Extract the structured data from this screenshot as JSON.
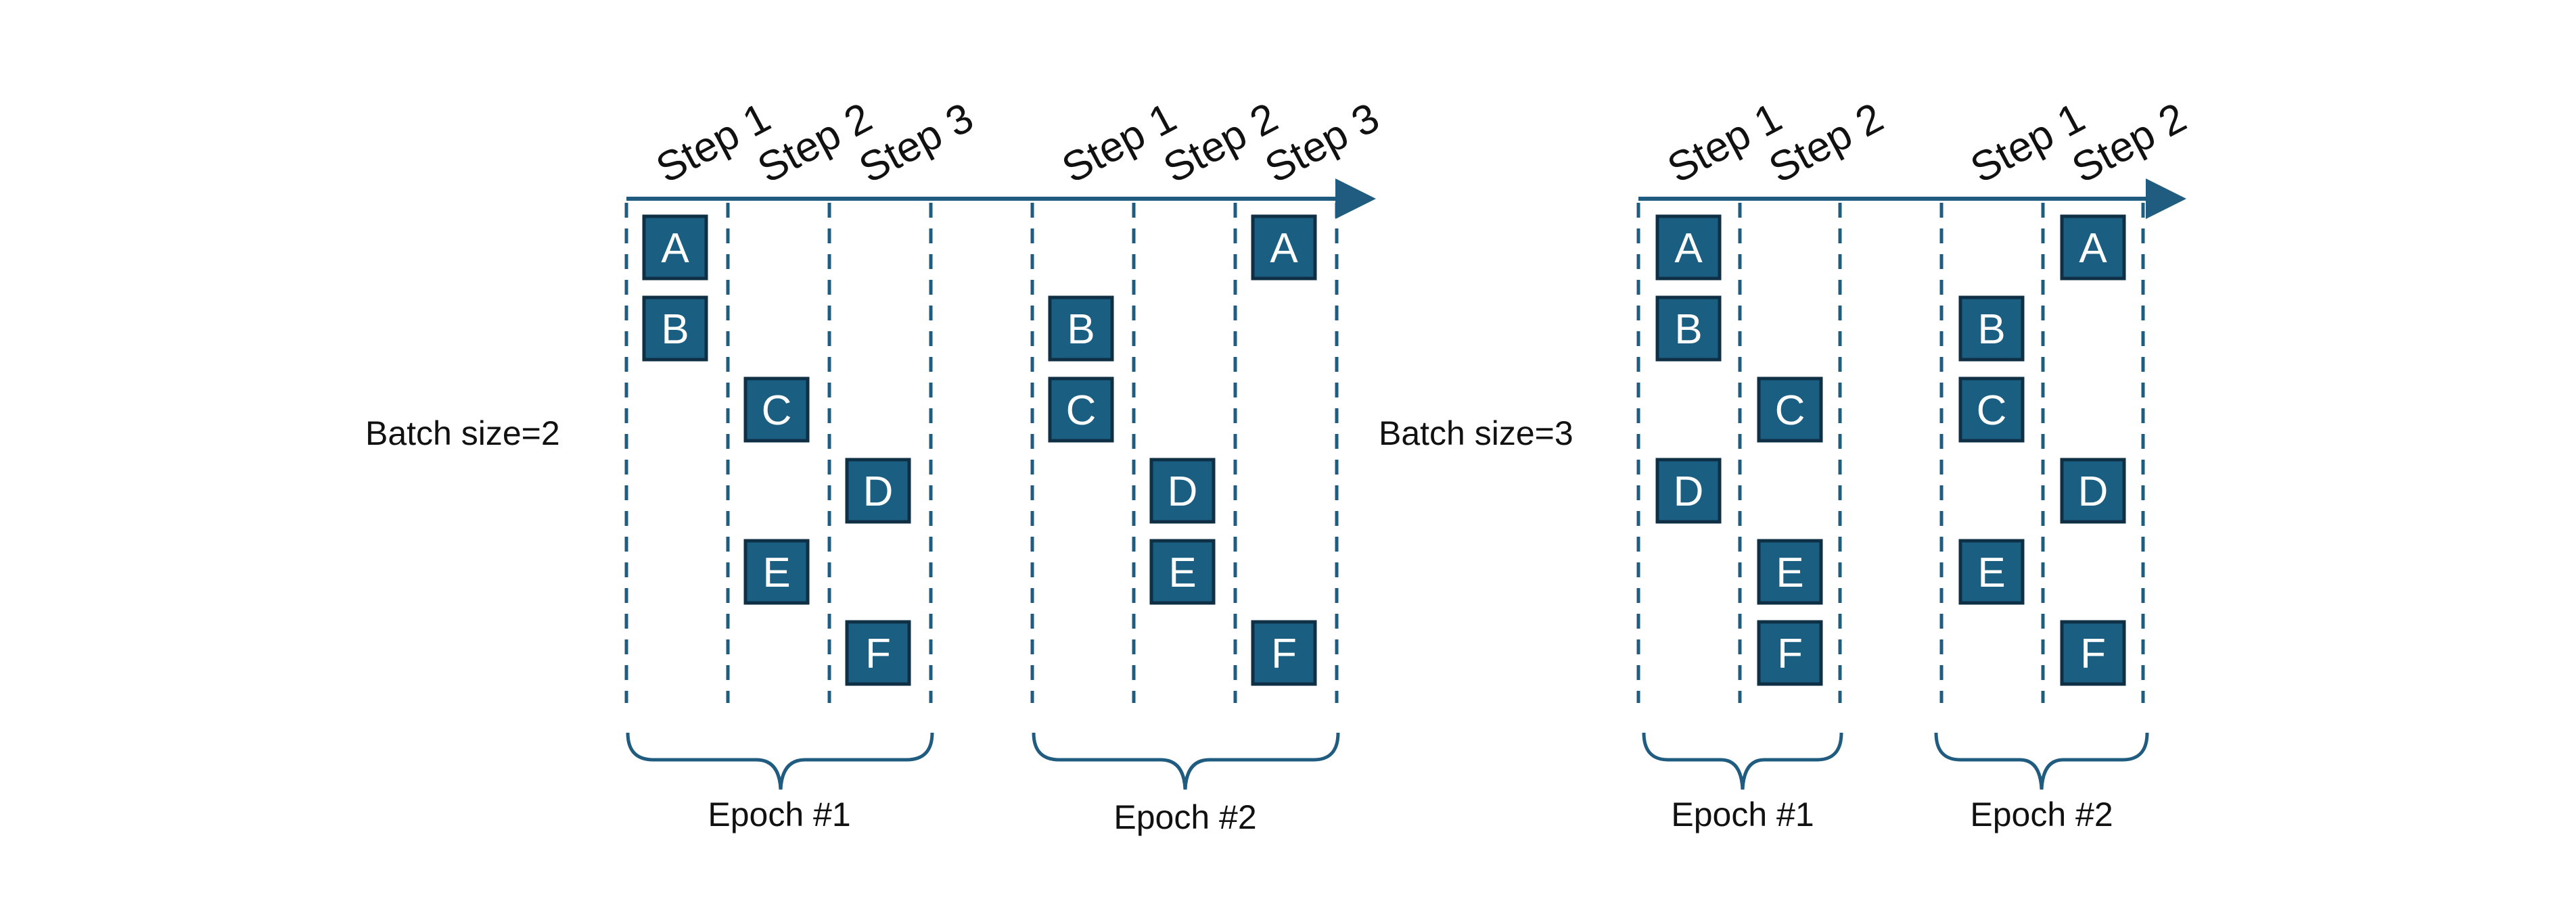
{
  "colors": {
    "box_fill": "#1a5f82",
    "box_stroke": "#0f2f44",
    "line": "#1f5c80",
    "text": "#111111"
  },
  "diagrams": [
    {
      "batch_label": "Batch size=2",
      "steps": [
        "Step 1",
        "Step 2",
        "Step 3",
        "Step 1",
        "Step 2",
        "Step 3"
      ],
      "epochs": [
        "Epoch #1",
        "Epoch #2"
      ],
      "items": [
        "A",
        "B",
        "C",
        "D",
        "E",
        "F",
        "A",
        "B",
        "C",
        "D",
        "E",
        "F"
      ]
    },
    {
      "batch_label": "Batch size=3",
      "steps": [
        "Step 1",
        "Step 2",
        "Step 1",
        "Step 2"
      ],
      "epochs": [
        "Epoch #1",
        "Epoch #2"
      ],
      "items": [
        "A",
        "B",
        "C",
        "D",
        "E",
        "F",
        "A",
        "B",
        "C",
        "D",
        "E",
        "F"
      ]
    }
  ]
}
